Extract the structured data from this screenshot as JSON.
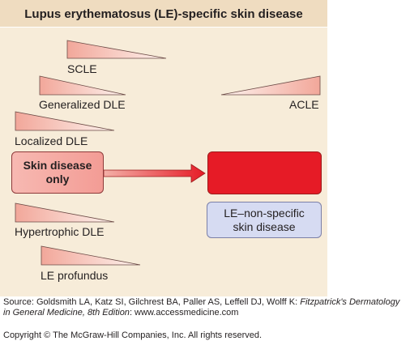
{
  "title": "Lupus erythematosus (LE)-specific skin disease",
  "spectrum": [
    {
      "id": "scle",
      "label": "SCLE"
    },
    {
      "id": "generalized-dle",
      "label": "Generalized DLE"
    },
    {
      "id": "acle",
      "label": "ACLE"
    },
    {
      "id": "localized-dle",
      "label": "Localized DLE"
    },
    {
      "id": "hypertrophic-dle",
      "label": "Hypertrophic DLE"
    },
    {
      "id": "le-profundus",
      "label": "LE profundus"
    }
  ],
  "boxes": {
    "skin_only": "Skin disease\nonly",
    "nonspecific": "LE–non-specific\nskin disease"
  },
  "colors": {
    "panel": "#f7ecd9",
    "title_bar": "#efdcc0",
    "wedge_light": "#fdf3ee",
    "wedge_dark": "#f2a79a",
    "arrow_red": "#e61b26",
    "nonspecific_fill": "#d6dbf2"
  },
  "source": {
    "prefix": "Source: Goldsmith LA, Katz SI, Gilchrest BA, Paller AS, Leffell DJ, Wolff K: ",
    "book_title": "Fitzpatrick's Dermatology in General Medicine, 8th Edition",
    "suffix": ": www.accessmedicine.com"
  },
  "copyright": "Copyright © The McGraw-Hill Companies, Inc. All rights reserved."
}
